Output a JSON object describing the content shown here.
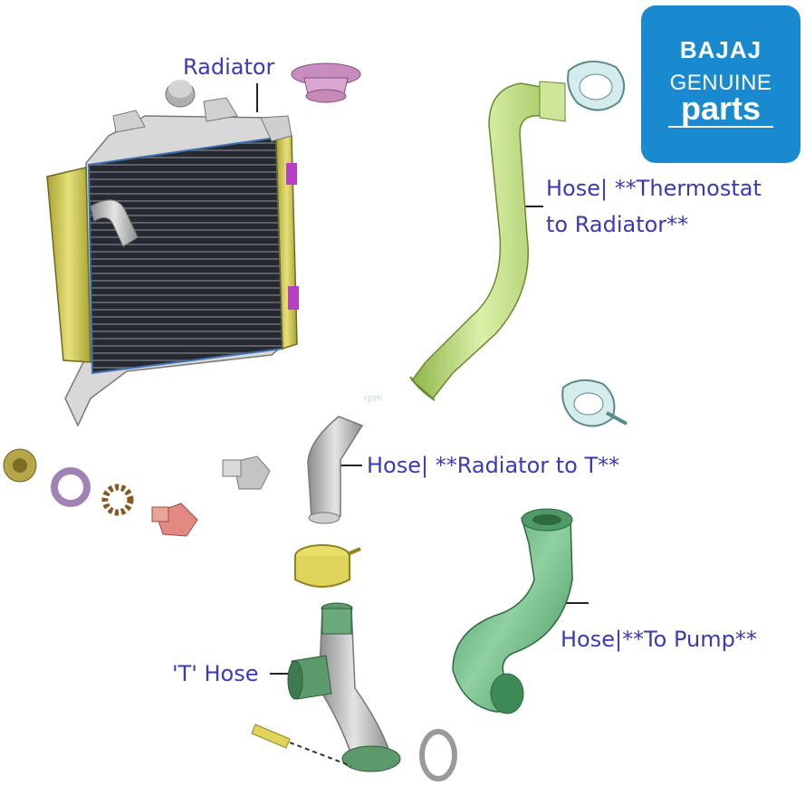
{
  "labels": {
    "radiator": "Radiator",
    "thermostat_hose_line1": "Hose| **Thermostat",
    "thermostat_hose_line2": "to Radiator**",
    "radiator_t_hose": "Hose| **Radiator to T**",
    "pump_hose": "Hose|**To Pump**",
    "t_hose": "'T' Hose"
  },
  "logo": {
    "brand": "BAJAJ",
    "line1": "GENUINE",
    "line2": "parts"
  },
  "watermark": "rpm",
  "colors": {
    "label_text": "#3a3ab8",
    "logo_background": "#1a8ad0",
    "radiator_frame": "#c8c24a",
    "radiator_core": "#1e2228",
    "thermostat_hose": "#b8d870",
    "pump_hose": "#5aa870",
    "t_hose": "#8a8a8a"
  }
}
